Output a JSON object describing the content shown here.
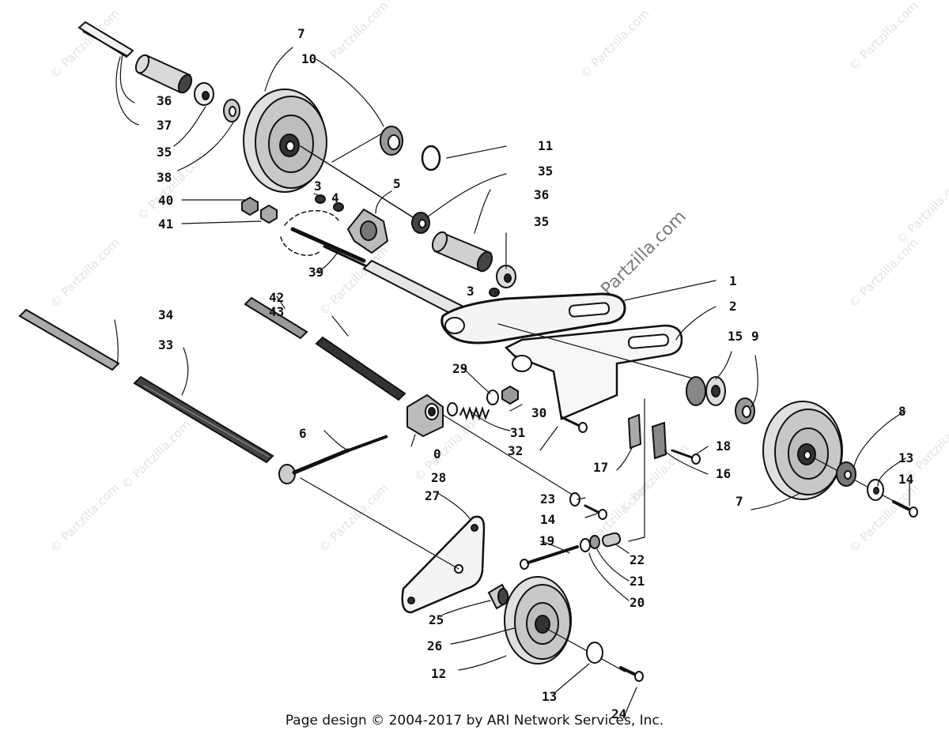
{
  "watermark": {
    "text": "© Partzilla.com",
    "feature_text": "© Partzilla.com"
  },
  "footer": {
    "text": "Page design © 2004-2017 by ARI Network Services, Inc."
  },
  "callouts": [
    "7",
    "10",
    "36",
    "37",
    "35",
    "38",
    "11",
    "35",
    "40",
    "41",
    "3",
    "4",
    "5",
    "36",
    "35",
    "39",
    "42",
    "43",
    "34",
    "33",
    "3",
    "1",
    "2",
    "15",
    "9",
    "29",
    "30",
    "31",
    "32",
    "6",
    "0",
    "28",
    "18",
    "17",
    "16",
    "8",
    "13",
    "14",
    "7",
    "23",
    "14",
    "27",
    "19",
    "22",
    "21",
    "20",
    "25",
    "26",
    "12",
    "13",
    "24"
  ]
}
